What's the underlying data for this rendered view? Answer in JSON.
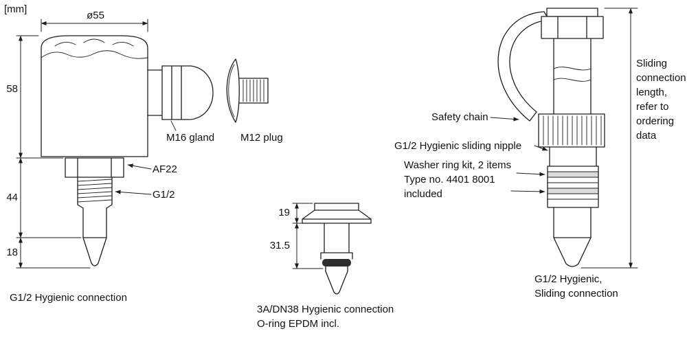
{
  "page": {
    "unit": "[mm]"
  },
  "colors": {
    "line": "#1c1c1c",
    "oring": "#2e2e2e"
  },
  "figure_left": {
    "dim_diameter": "ø55",
    "dim_head": "58",
    "dim_thread": "44",
    "dim_tip": "18",
    "label_gland": "M16 gland",
    "label_plug": "M12 plug",
    "label_hex": "AF22",
    "label_thread": "G1/2",
    "caption": "G1/2 Hygienic connection"
  },
  "figure_middle": {
    "dim_flange": "19",
    "dim_body": "31.5",
    "caption": "3A/DN38 Hygienic connection\nO-ring EPDM incl."
  },
  "figure_right": {
    "label_chain": "Safety chain",
    "label_nipple": "G1/2 Hygienic sliding nipple",
    "label_washer": "Washer ring kit, 2 items\nType no. 4401 8001\nincluded",
    "note_length": "Sliding\nconnection\nlength,\nrefer to\nordering\ndata",
    "caption": "G1/2 Hygienic,\nSliding connection"
  }
}
